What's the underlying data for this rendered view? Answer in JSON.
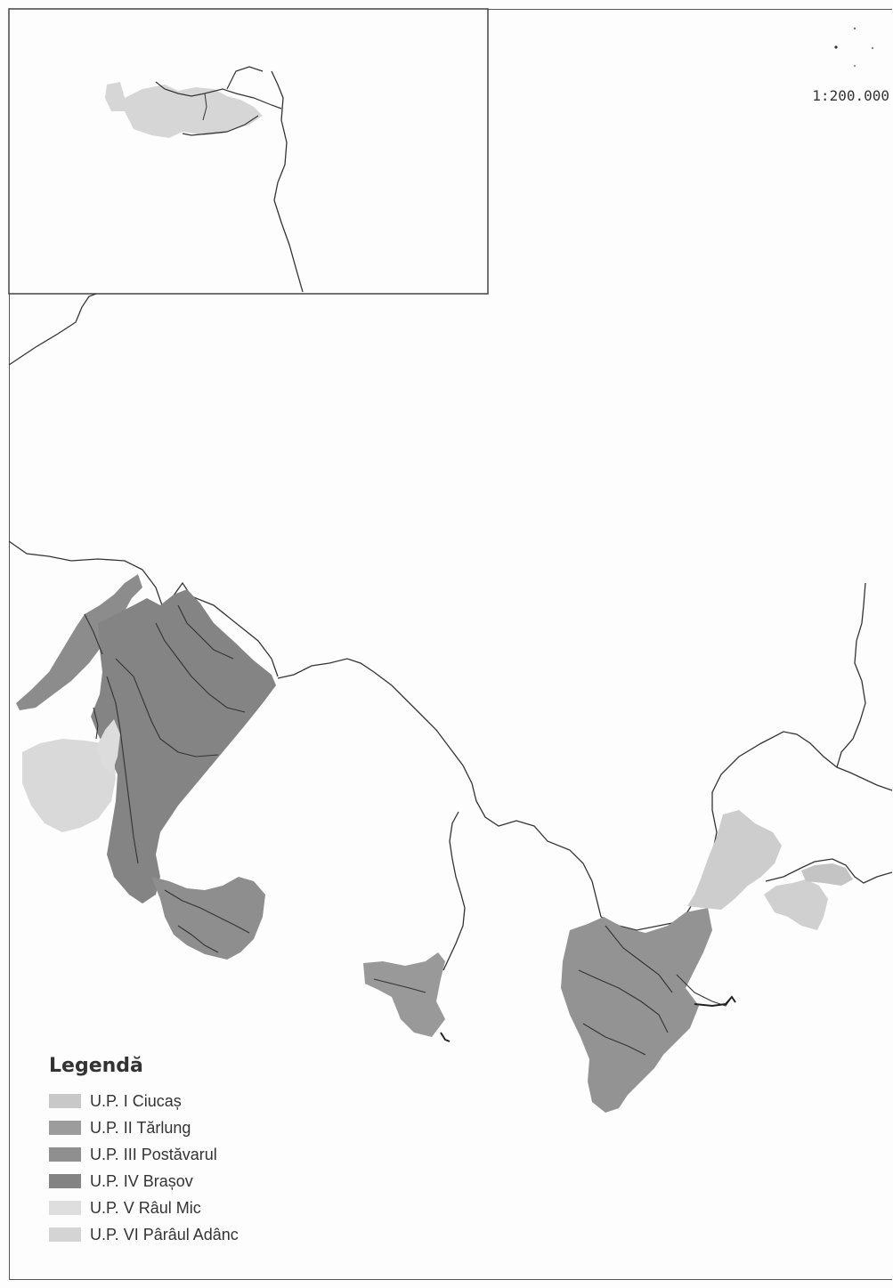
{
  "scale_text": "1:200.000",
  "legend": {
    "title": "Legendă",
    "items": [
      {
        "label": "U.P. I Ciucaș",
        "color": "#c8c8c8"
      },
      {
        "label": "U.P. II Tărlung",
        "color": "#9c9c9c"
      },
      {
        "label": "U.P. III Postăvarul",
        "color": "#8f8f8f"
      },
      {
        "label": "U.P. IV Brașov",
        "color": "#838383"
      },
      {
        "label": "U.P. V Râul Mic",
        "color": "#dedede"
      },
      {
        "label": "U.P. VI Pârâul Adânc",
        "color": "#d4d4d4"
      }
    ]
  }
}
